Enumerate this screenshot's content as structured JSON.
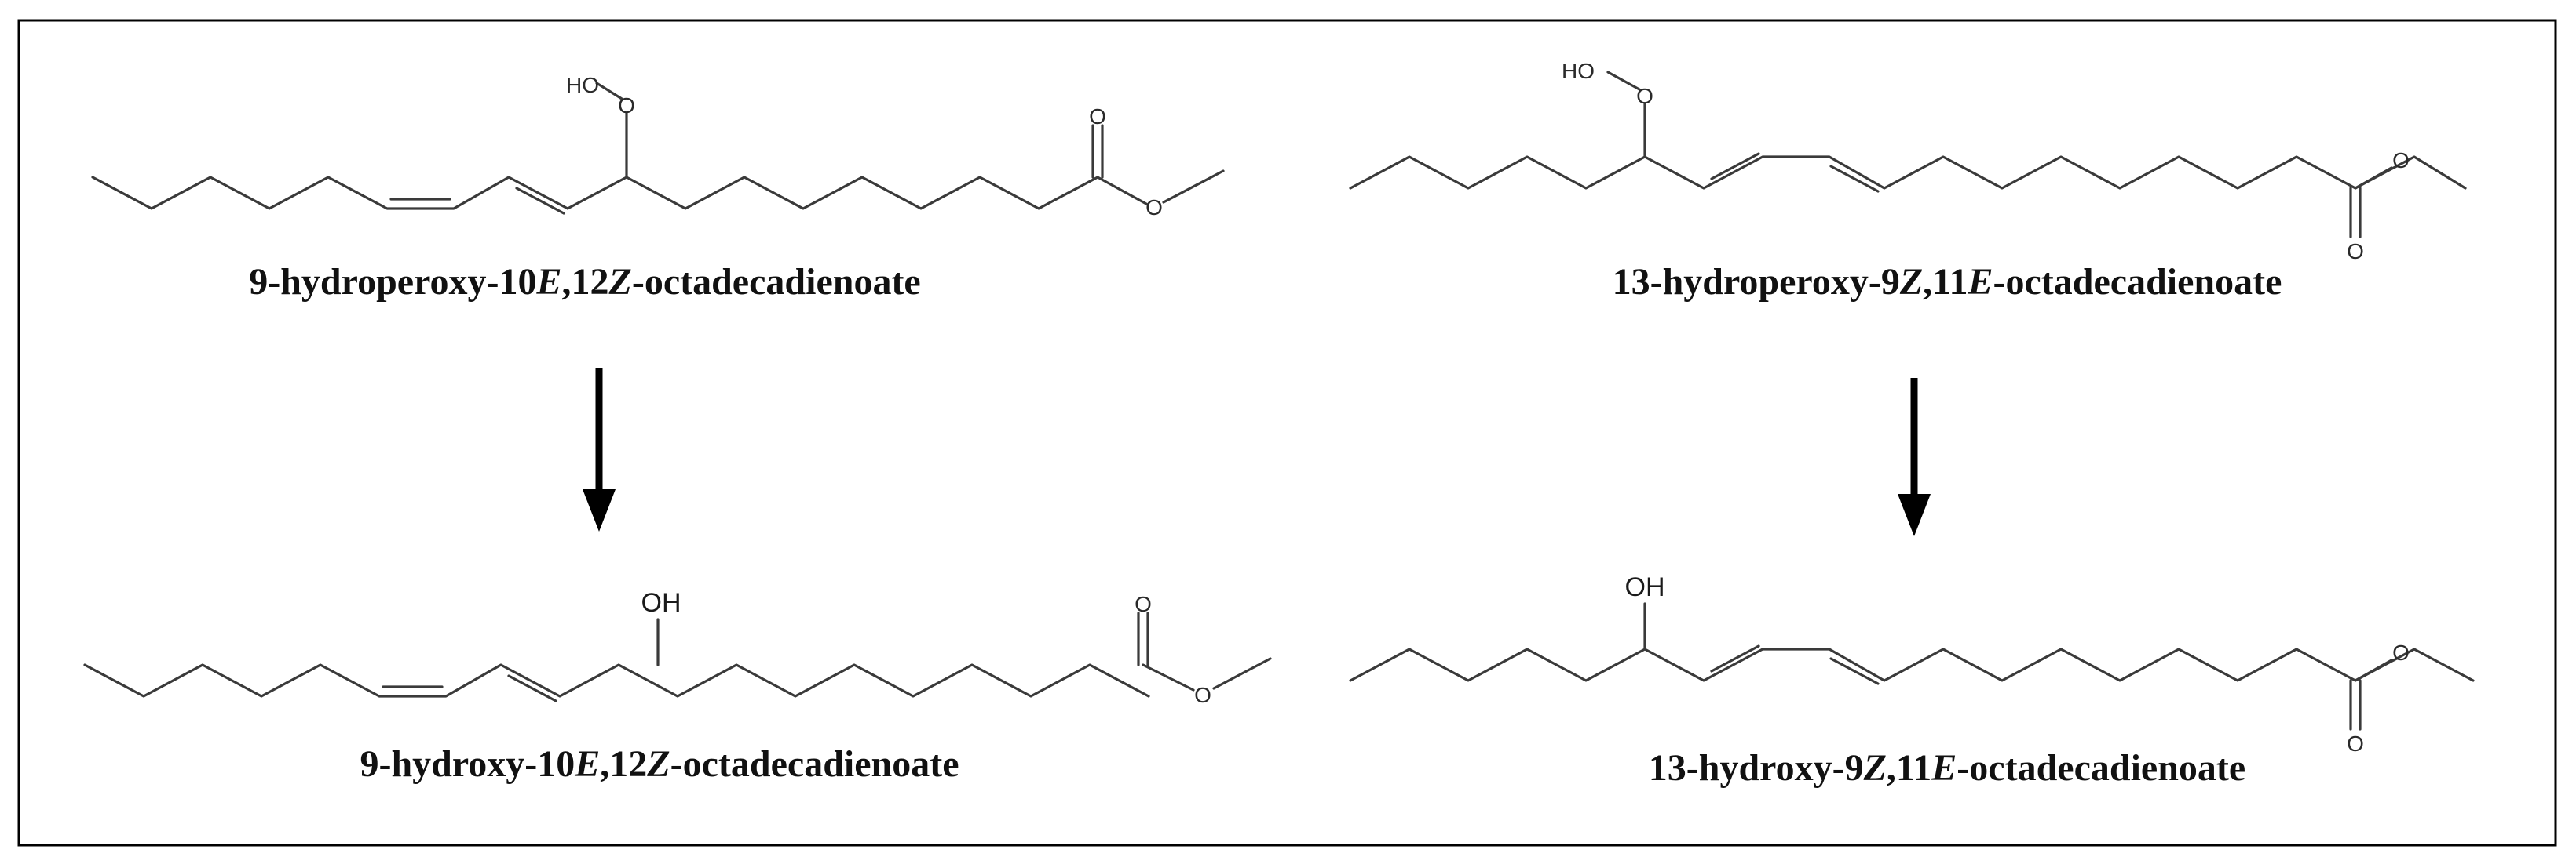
{
  "compounds": {
    "hpode9": {
      "name_parts": [
        "9-hydroperoxy-10",
        "E",
        ",12",
        "Z",
        "-octadecadienoate"
      ],
      "atom_labels": {
        "ho": "HO",
        "o": "O",
        "carbonyl_o": "O",
        "ester_o": "O"
      }
    },
    "hpode13": {
      "name_parts": [
        "13-hydroperoxy-9",
        "Z",
        ",11",
        "E",
        "-octadecadienoate"
      ],
      "atom_labels": {
        "ho": "HO",
        "o": "O",
        "carbonyl_o": "O",
        "ester_o": "O"
      }
    },
    "hode9": {
      "name_parts": [
        "9-hydroxy-10",
        "E",
        ",12",
        "Z",
        "-octadecadienoate"
      ],
      "atom_labels": {
        "oh": "OH",
        "carbonyl_o": "O",
        "ester_o": "O"
      }
    },
    "hode13": {
      "name_parts": [
        "13-hydroxy-9",
        "Z",
        ",11",
        "E",
        "-octadecadienoate"
      ],
      "atom_labels": {
        "oh": "OH",
        "carbonyl_o": "O",
        "ester_o": "O"
      }
    }
  },
  "colors": {
    "bond": "#3a3a3a",
    "text": "#111111",
    "arrow": "#000000",
    "frame": "#000000"
  }
}
